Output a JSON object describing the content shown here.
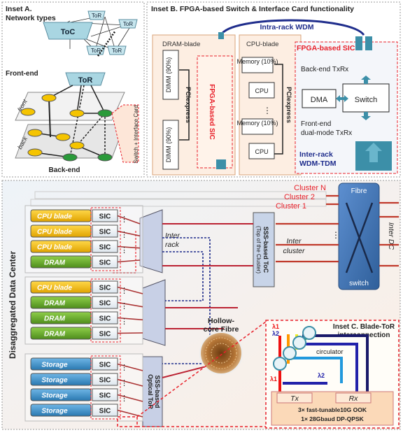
{
  "inset_a": {
    "title": "Inset A.",
    "subtitle": "Network types",
    "toc": "ToC",
    "tor": "ToR",
    "front_end": "Front-end",
    "back_end": "Back-end",
    "front": "front",
    "back": "back",
    "switch_card": "Switch + Interface Card"
  },
  "inset_b": {
    "title": "Inset B. FPGA-based Switch & Interface Card functionality",
    "intra_rack_wdm": "Intra-rack WDM",
    "dram_blade": "DRAM-blade",
    "cpu_blade": "CPU-blade",
    "dimm": "DIMM (90%)",
    "pciexpress": "PCIexpress",
    "fpga_sic": "FPGA-based SIC",
    "memory": "Memory (10%)",
    "cpu": "CPU",
    "fpga_sic_right": "FPGA-based SIC",
    "backend_txrx": "Back-end TxRx",
    "dma": "DMA",
    "switch": "Switch",
    "frontend_txrx_1": "Front-end",
    "frontend_txrx_2": "dual-mode TxRx",
    "inter_rack_1": "Inter-rack",
    "inter_rack_2": "WDM-TDM"
  },
  "main": {
    "side_title": "Disaggregated Data Center",
    "cluster_n": "Cluster N",
    "cluster_2": "Cluster 2",
    "cluster_1": "Cluster 1",
    "fibre": "Fibre",
    "switch": "switch",
    "inter_dc": "Inter DC",
    "tor_label_1": "SSS-based ToC",
    "tor_label_2": "(Top of the Cluster)",
    "inter_rack_1": "Inter",
    "inter_rack_2": "rack",
    "inter_cluster_1": "Inter",
    "inter_cluster_2": "cluster",
    "hollow_core_1": "Hollow-",
    "hollow_core_2": "core Fibre",
    "sss_tor_1": "SSS-based",
    "sss_tor_2": "Optical ToR",
    "sic": "SIC",
    "rack1_blades": [
      "CPU blade",
      "CPU blade",
      "CPU blade",
      "DRAM"
    ],
    "rack2_blades": [
      "CPU blade",
      "DRAM",
      "DRAM",
      "DRAM"
    ],
    "rack3_blades": [
      "Storage",
      "Storage",
      "Storage",
      "Storage"
    ],
    "ellipsis": "⋮"
  },
  "inset_c": {
    "title_1": "Inset C. Blade-ToR",
    "title_2": "interconnection",
    "circulator": "circulator",
    "lambda1": "λ1",
    "lambda2": "λ2",
    "tx": "Tx",
    "rx": "Rx",
    "spec_1": "3× fast-tunable10G OOK",
    "spec_2": "1× 28Gbaud DP-QPSK"
  },
  "colors": {
    "cpu_blade": "#f2b800",
    "dram_blade": "#6aa92d",
    "storage_blade": "#3a8ec8",
    "red_dash": "#e8202a",
    "navy": "#1f2d8c",
    "teal": "#3c8fa8",
    "fibre_box": "#4a78b8"
  }
}
